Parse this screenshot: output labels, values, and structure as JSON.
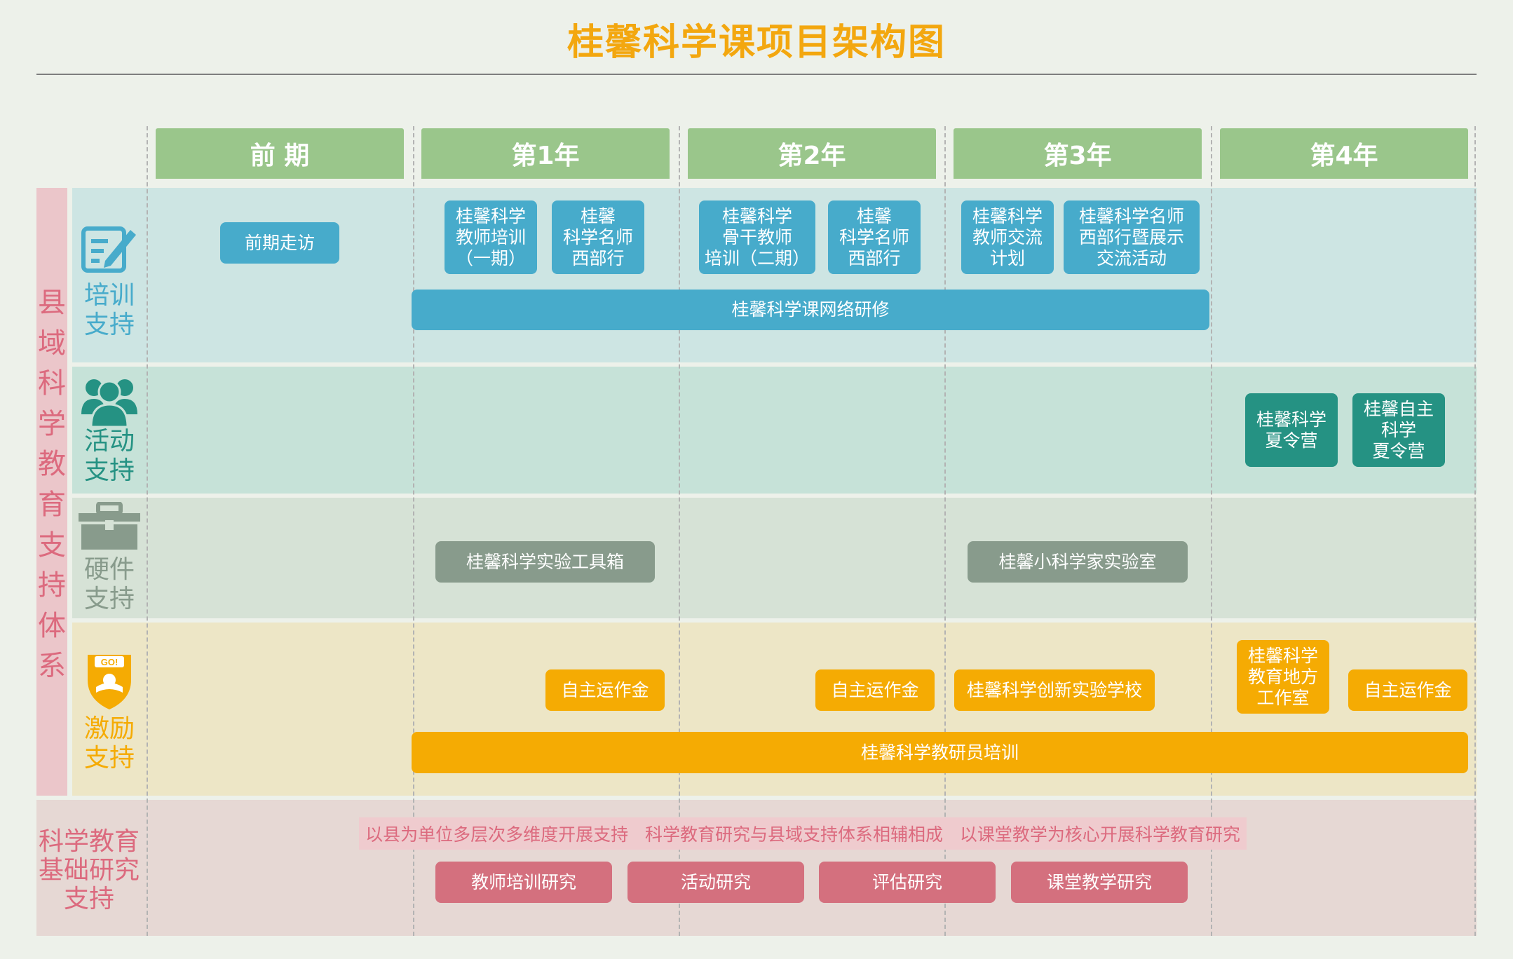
{
  "title": "桂馨科学课项目架构图",
  "phases": [
    "前  期",
    "第1年",
    "第2年",
    "第3年",
    "第4年"
  ],
  "side_label": "县域科学教育支持体系",
  "categories": {
    "training": {
      "label_line1": "培训",
      "label_line2": "支持",
      "color": "#47abcb",
      "icon": "edit-icon"
    },
    "activity": {
      "label_line1": "活动",
      "label_line2": "支持",
      "color": "#259283",
      "icon": "people-icon"
    },
    "hardware": {
      "label_line1": "硬件",
      "label_line2": "支持",
      "color": "#889b8c",
      "icon": "toolbox-icon"
    },
    "incentive": {
      "label_line1": "激励",
      "label_line2": "支持",
      "color": "#f5ab03",
      "icon": "go-badge-icon"
    },
    "research": {
      "label_line1": "科学教育",
      "label_line2": "基础研究",
      "label_line3": "支持",
      "color": "#dc6a7e"
    }
  },
  "training_boxes": [
    "前期走访",
    "桂馨科学\n教师培训\n（一期）",
    "桂馨\n科学名师\n西部行",
    "桂馨科学\n骨干教师\n培训（二期）",
    "桂馨\n科学名师\n西部行",
    "桂馨科学\n教师交流\n计划",
    "桂馨科学名师\n西部行暨展示\n交流活动"
  ],
  "training_bar": "桂馨科学课网络研修",
  "activity_boxes": [
    "桂馨科学\n夏令营",
    "桂馨自主\n科学\n夏令营"
  ],
  "hardware_boxes": [
    "桂馨科学实验工具箱",
    "桂馨小科学家实验室"
  ],
  "incentive_boxes": [
    "自主运作金",
    "自主运作金",
    "桂馨科学创新实验学校",
    "桂馨科学\n教育地方\n工作室",
    "自主运作金"
  ],
  "incentive_bar": "桂馨科学教研员培训",
  "research_text": "以县为单位多层次多维度开展支持   科学教育研究与县域支持体系相辅相成   以课堂教学为核心开展科学教育研究",
  "research_boxes": [
    "教师培训研究",
    "活动研究",
    "评估研究",
    "课堂教学研究"
  ],
  "colors": {
    "title": "#f3a70f",
    "header": "#9ac68b",
    "training_band": "#cde5e3",
    "activity_band": "#c6e2d8",
    "hardware_band": "#d6e2d6",
    "incentive_band": "#ede6c6",
    "research_band": "#e6d8d4"
  }
}
